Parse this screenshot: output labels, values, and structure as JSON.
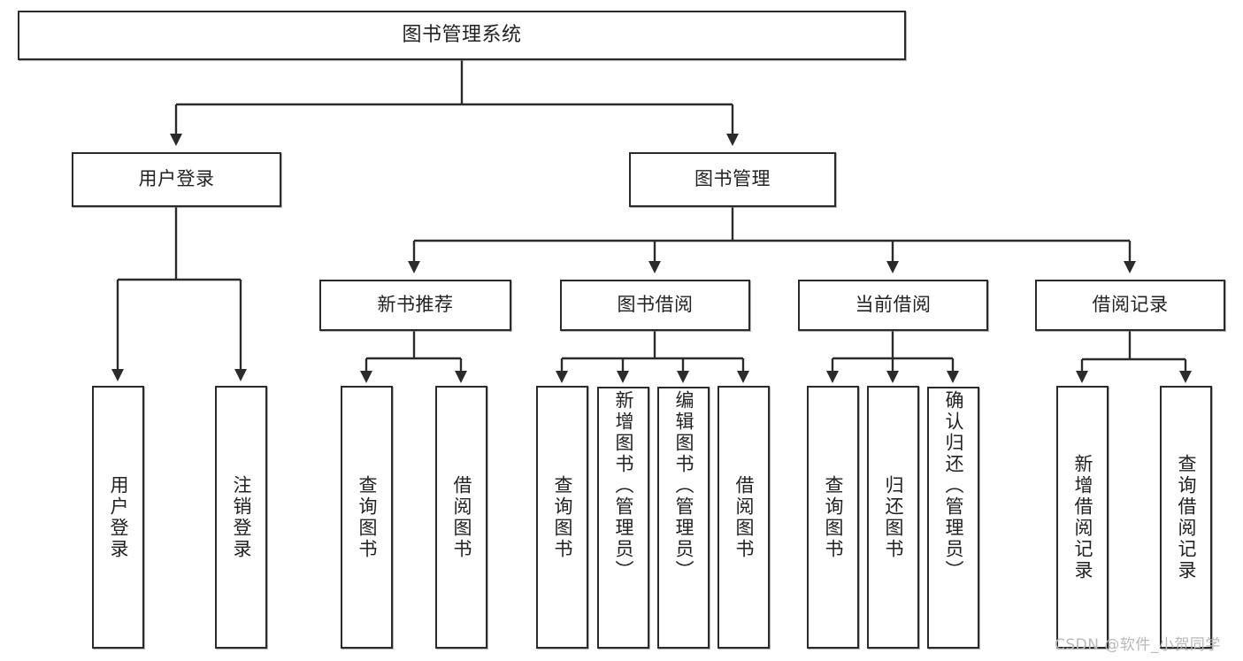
{
  "diagram": {
    "title": "图书管理系统",
    "root": {
      "label": "图书管理系统"
    },
    "level1": [
      {
        "label": "用户登录"
      },
      {
        "label": "图书管理"
      }
    ],
    "level2": [
      {
        "label": "新书推荐"
      },
      {
        "label": "图书借阅"
      },
      {
        "label": "当前借阅"
      },
      {
        "label": "借阅记录"
      }
    ],
    "leaves": {
      "user_login": [
        {
          "label": "用户登录"
        },
        {
          "label": "注销登录"
        }
      ],
      "new_book_recommend": [
        {
          "label": "查询图书"
        },
        {
          "label": "借阅图书"
        }
      ],
      "book_borrow": [
        {
          "label": "查询图书"
        },
        {
          "label": "新增图书（管理员）"
        },
        {
          "label": "编辑图书（管理员）"
        },
        {
          "label": "借阅图书"
        }
      ],
      "current_borrow": [
        {
          "label": "查询图书"
        },
        {
          "label": "归还图书"
        },
        {
          "label": "确认归还（管理员）"
        }
      ],
      "borrow_record": [
        {
          "label": "新增借阅记录"
        },
        {
          "label": "查询借阅记录"
        }
      ]
    }
  },
  "watermark": {
    "text": "CSDN @软件_小贺同学"
  },
  "colors": {
    "stroke": "#2b2b2b",
    "background": "#ffffff",
    "text": "#222222",
    "watermark": "#b9b9b9"
  }
}
